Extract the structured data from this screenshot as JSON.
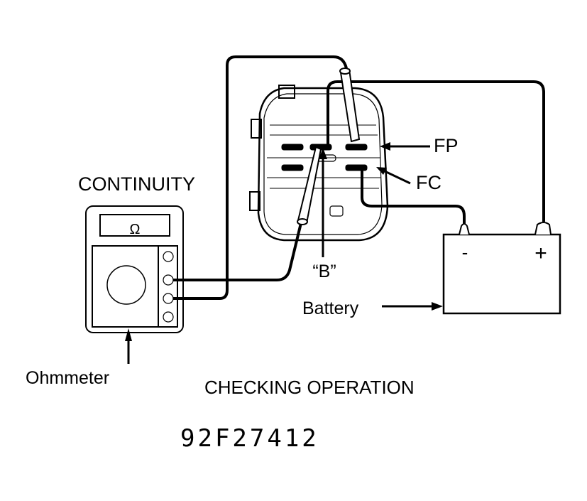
{
  "diagram": {
    "title_continuity": "CONTINUITY",
    "meter_display": "Ω",
    "label_ohmmeter": "Ohmmeter",
    "label_fp": "FP",
    "label_fc": "FC",
    "label_b": "“B”",
    "label_battery": "Battery",
    "battery_minus": "-",
    "battery_plus": "+",
    "caption": "CHECKING OPERATION",
    "figure_code": "92F27412"
  },
  "colors": {
    "ink": "#000000",
    "paper": "#ffffff"
  }
}
